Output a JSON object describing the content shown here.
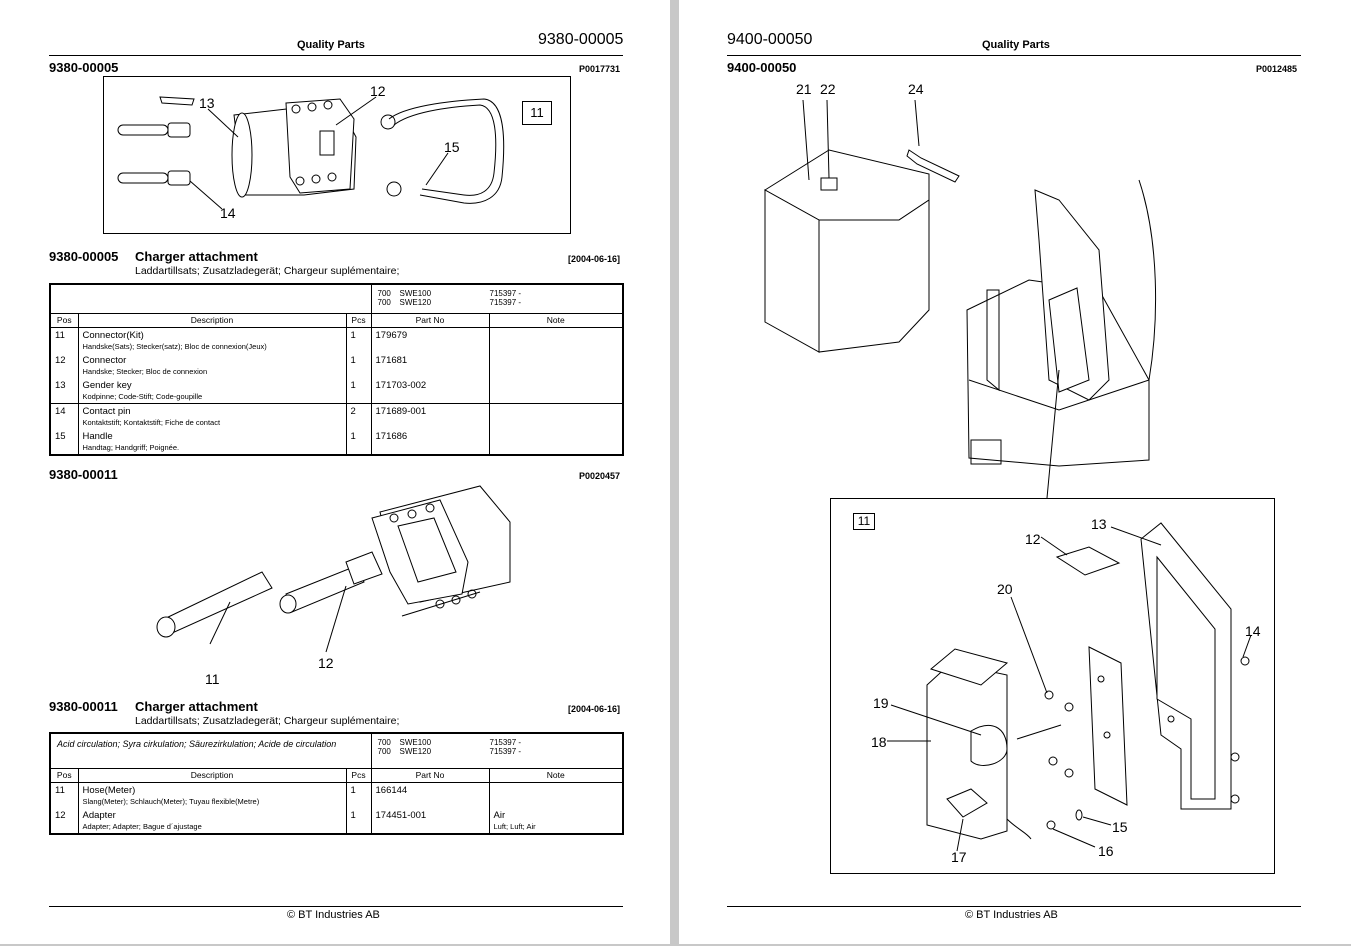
{
  "left": {
    "header_title": "Quality Parts",
    "header_number": "9380-00005",
    "section1": {
      "id": "9380-00005",
      "ref": "P0017731",
      "callouts": [
        "13",
        "12",
        "15",
        "14"
      ],
      "box_label": "11",
      "title_id": "9380-00005",
      "title": "Charger attachment",
      "subtitle": "Laddartillsats; Zusatzladegerät; Chargeur suplémentaire;",
      "date": "[2004-06-16]",
      "models": [
        {
          "a": "700",
          "b": "SWE100",
          "c": "715397 -"
        },
        {
          "a": "700",
          "b": "SWE120",
          "c": "715397 -"
        }
      ],
      "columns": [
        "Pos",
        "Description",
        "Pcs",
        "Part No",
        "Note"
      ],
      "rows": [
        {
          "pos": "11",
          "desc": "Connector(Kit)",
          "sub": "Handske(Sats); Stecker(satz); Bloc de connexion(Jeux)",
          "pcs": "1",
          "part": "179679",
          "note": "",
          "note_sub": ""
        },
        {
          "pos": "12",
          "desc": "Connector",
          "sub": "Handske; Stecker; Bloc de connexion",
          "pcs": "1",
          "part": "171681",
          "note": "",
          "note_sub": ""
        },
        {
          "pos": "13",
          "desc": "Gender key",
          "sub": "Kodpinne; Code-Stift; Code-goupille",
          "pcs": "1",
          "part": "171703-002",
          "note": "",
          "note_sub": ""
        },
        {
          "pos": "14",
          "desc": "Contact pin",
          "sub": "Kontaktstift; Kontaktstift; Fiche de contact",
          "pcs": "2",
          "part": "171689-001",
          "note": "",
          "note_sub": ""
        },
        {
          "pos": "15",
          "desc": "Handle",
          "sub": "Handtag; Handgriff; Poignée.",
          "pcs": "1",
          "part": "171686",
          "note": "",
          "note_sub": ""
        }
      ]
    },
    "section2": {
      "id": "9380-00011",
      "ref": "P0020457",
      "callouts": [
        "11",
        "12"
      ],
      "title_id": "9380-00011",
      "title": "Charger attachment",
      "subtitle": "Laddartillsats; Zusatzladegerät; Chargeur suplémentaire;",
      "date": "[2004-06-16]",
      "note_header": "Acid circulation; Syra cirkulation; Säurezirkulation; Acide de circulation",
      "models": [
        {
          "a": "700",
          "b": "SWE100",
          "c": "715397 -"
        },
        {
          "a": "700",
          "b": "SWE120",
          "c": "715397 -"
        }
      ],
      "columns": [
        "Pos",
        "Description",
        "Pcs",
        "Part No",
        "Note"
      ],
      "rows": [
        {
          "pos": "11",
          "desc": "Hose(Meter)",
          "sub": "Slang(Meter); Schlauch(Meter); Tuyau flexible(Metre)",
          "pcs": "1",
          "part": "166144",
          "note": "",
          "note_sub": ""
        },
        {
          "pos": "12",
          "desc": "Adapter",
          "sub": "Adapter; Adapter; Bague d´ajustage",
          "pcs": "1",
          "part": "174451-001",
          "note": "Air",
          "note_sub": "Luft; Luft; Air"
        }
      ]
    },
    "footer": "© BT Industries AB"
  },
  "right": {
    "header_number": "9400-00050",
    "header_title": "Quality Parts",
    "section_id": "9400-00050",
    "ref": "P0012485",
    "top_callouts": [
      "21",
      "22",
      "24"
    ],
    "box_label": "11",
    "detail_callouts": [
      "13",
      "12",
      "20",
      "14",
      "19",
      "18",
      "15",
      "16",
      "17"
    ],
    "footer": "© BT Industries AB"
  }
}
